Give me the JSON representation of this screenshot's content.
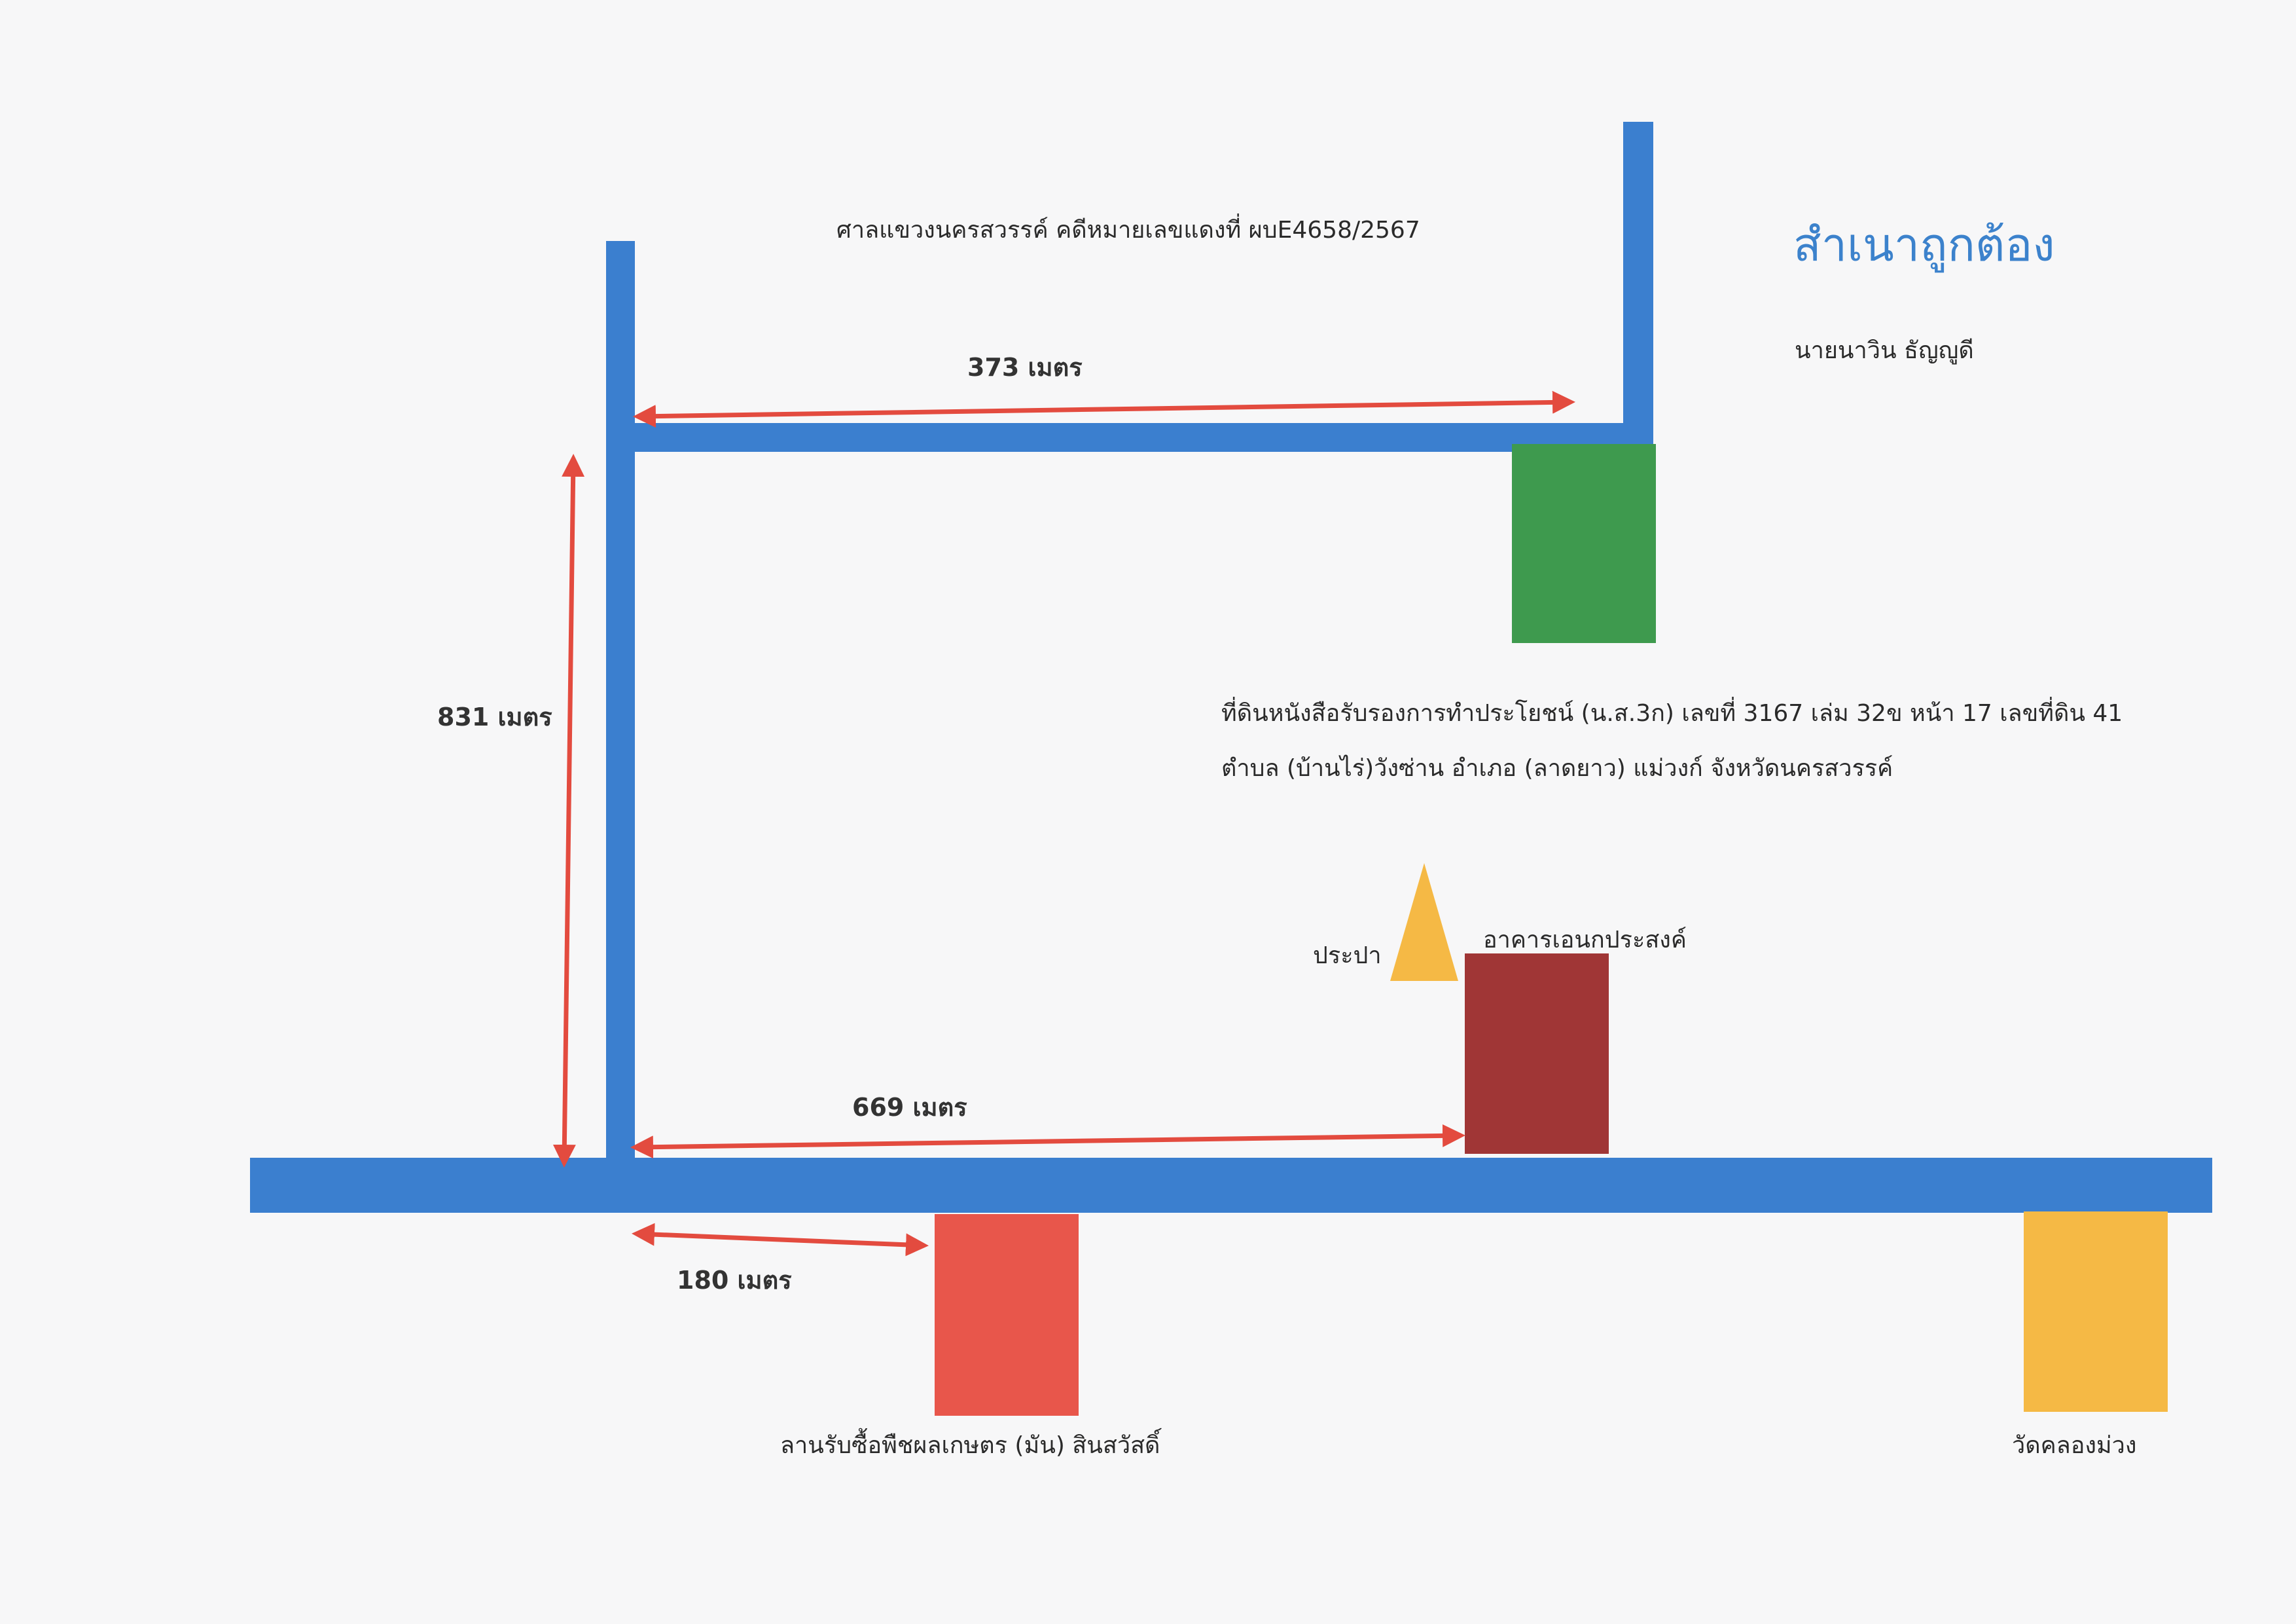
{
  "header": {
    "case_line": "ศาลแขวงนครสวรรค์ คดีหมายเลขแดงที่ ผบE4658/2567",
    "certified": "สำเนาถูกต้อง",
    "signer": "นายนาวิน ธัญญูดี"
  },
  "distances": {
    "top": "373 เมตร",
    "left": "831 เมตร",
    "bottom": "669 เมตร",
    "lower": "180 เมตร"
  },
  "plot": {
    "line1": "ที่ดินหนังสือรับรองการทำประโยชน์ (น.ส.3ก) เลขที่ 3167 เล่ม 32ข หน้า 17 เลขที่ดิน 41",
    "line2": "ตำบล (บ้านไร่)วังซ่าน อำเภอ (ลาดยาว) แม่วงก์ จังหวัดนครสวรรค์"
  },
  "landmarks": {
    "water": "ประปา",
    "building": "อาคารเอนกประสงค์",
    "crop_yard": "ลานรับซื้อพืชผลเกษตร (มัน) สินสวัสดิ์",
    "temple": "วัดคลองม่วง"
  },
  "colors": {
    "road": "#3b7fcf",
    "plot": "#3e9a4e",
    "building": "#a03636",
    "crop_yard": "#e8564b",
    "temple": "#f5b945",
    "water": "#f5b945",
    "arrow": "#e34b3f",
    "certified_text": "#3c82cc"
  }
}
